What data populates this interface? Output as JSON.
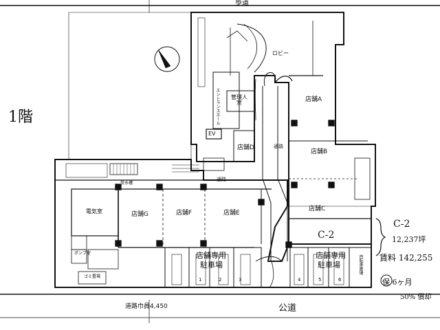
{
  "floor_label": "1階",
  "roads": {
    "top": "歩道",
    "bottom": "公道",
    "bottom_width": "道路巾員4,450"
  },
  "rooms": {
    "lobby": "ロビー",
    "entrance_hall": "エントランスホール",
    "manager_room": "管理人室",
    "ev": "EV",
    "passage": "通路",
    "passage2": "通路",
    "electric_room": "電気室",
    "pump_room": "ポンプ室",
    "trash": "ゴミ置場",
    "substation": "受水槽"
  },
  "shops": {
    "a": "店舗A",
    "b": "店舗B",
    "c": "店舗C",
    "d": "店舗D",
    "e": "店舗E",
    "f": "店舗F",
    "g": "店舗G"
  },
  "parking": {
    "left_title_1": "店舗専用",
    "left_title_2": "駐車場",
    "right_title_1": "店舗専用",
    "right_title_2": "駐車場",
    "spaces_left": [
      "1",
      "2",
      "3"
    ],
    "spaces_right": [
      "4",
      "5",
      "6"
    ],
    "bike_parking": "自転車置場"
  },
  "annotations": {
    "c2_bracket": "C-2",
    "c2_plan": "C-2",
    "area": "12,237坪",
    "rent": "賃料 142,255",
    "deposit": "保 6ヶ月",
    "amort": "50% 償却"
  }
}
